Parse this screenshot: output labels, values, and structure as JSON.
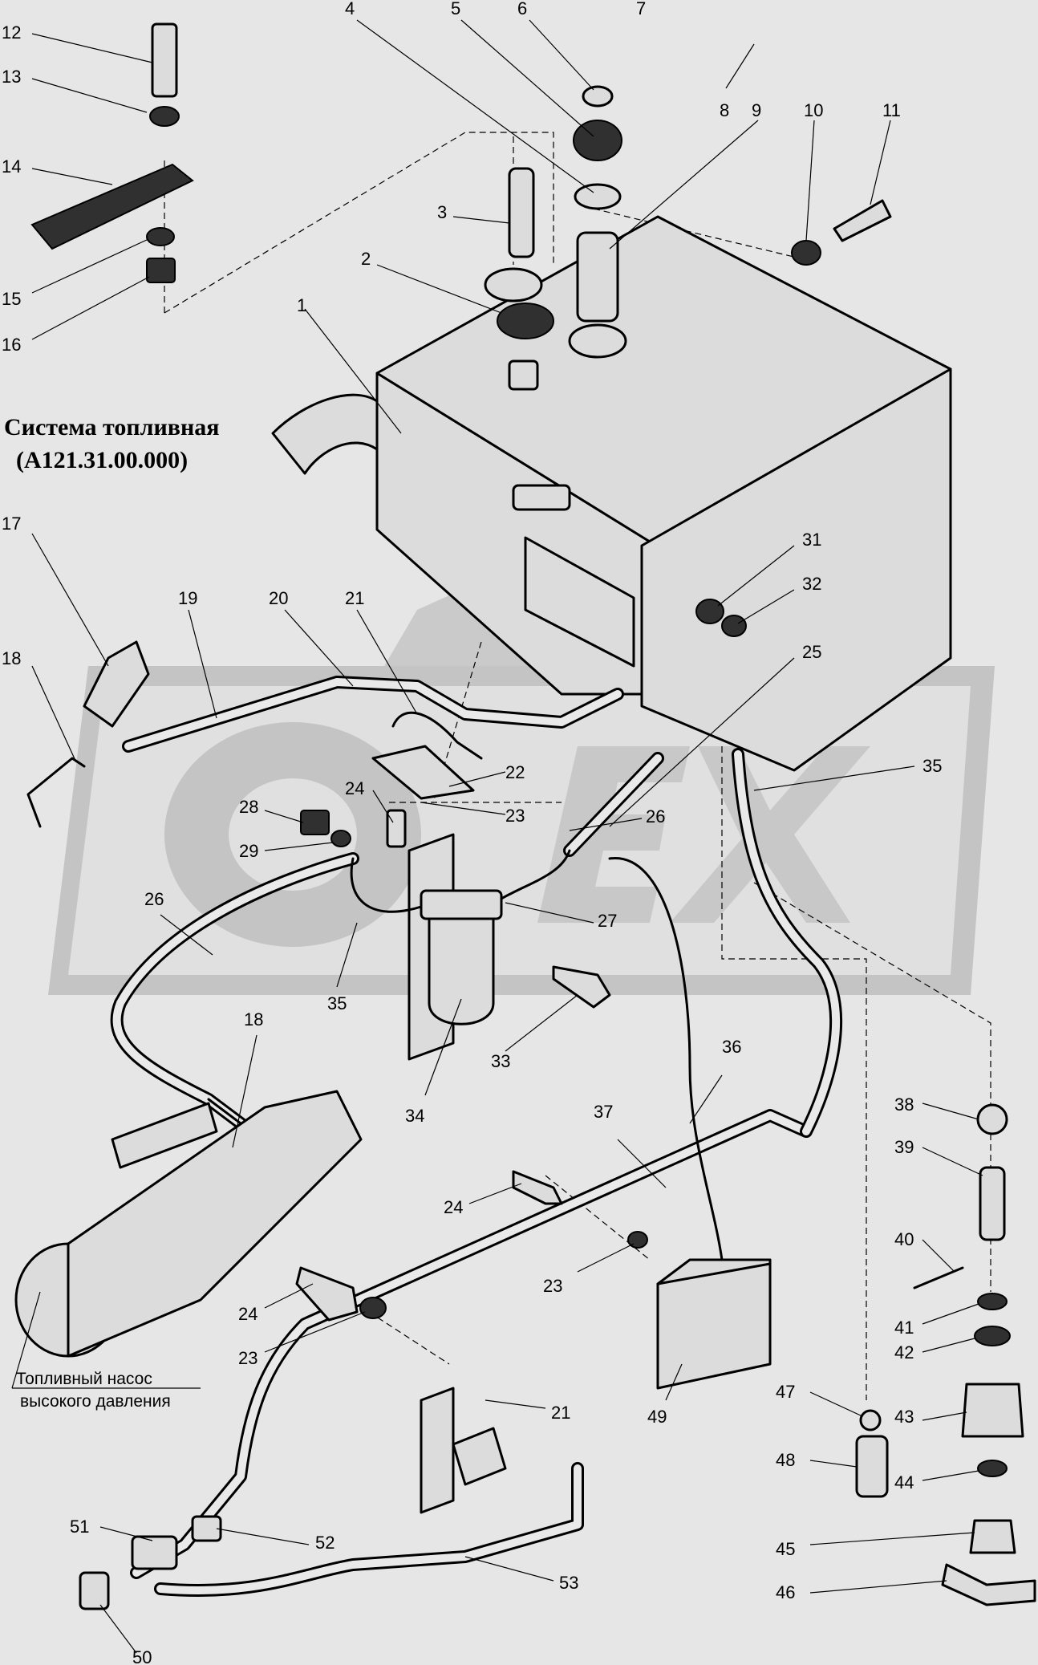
{
  "title": {
    "line1": "Система топливная",
    "line2": "(А121.31.00.000)"
  },
  "pump_caption": {
    "line1": "Топливный насос",
    "line2": "высокого давления"
  },
  "watermark": "ОРЕХ",
  "colors": {
    "background": "#e6e6e6",
    "watermark": "#c8c8c8",
    "line": "#000000",
    "part_fill": "#dcdcdc"
  },
  "labels": [
    "12",
    "13",
    "14",
    "15",
    "16",
    "4",
    "5",
    "6",
    "7",
    "8",
    "9",
    "10",
    "11",
    "3",
    "2",
    "1",
    "17",
    "18",
    "19",
    "20",
    "21",
    "22",
    "23",
    "24",
    "28",
    "29",
    "26",
    "25",
    "26",
    "35",
    "31",
    "32",
    "27",
    "35",
    "33",
    "34",
    "18",
    "36",
    "37",
    "24",
    "23",
    "24",
    "23",
    "21",
    "49",
    "38",
    "39",
    "40",
    "41",
    "42",
    "43",
    "47",
    "48",
    "44",
    "45",
    "46",
    "51",
    "52",
    "53",
    "50"
  ]
}
